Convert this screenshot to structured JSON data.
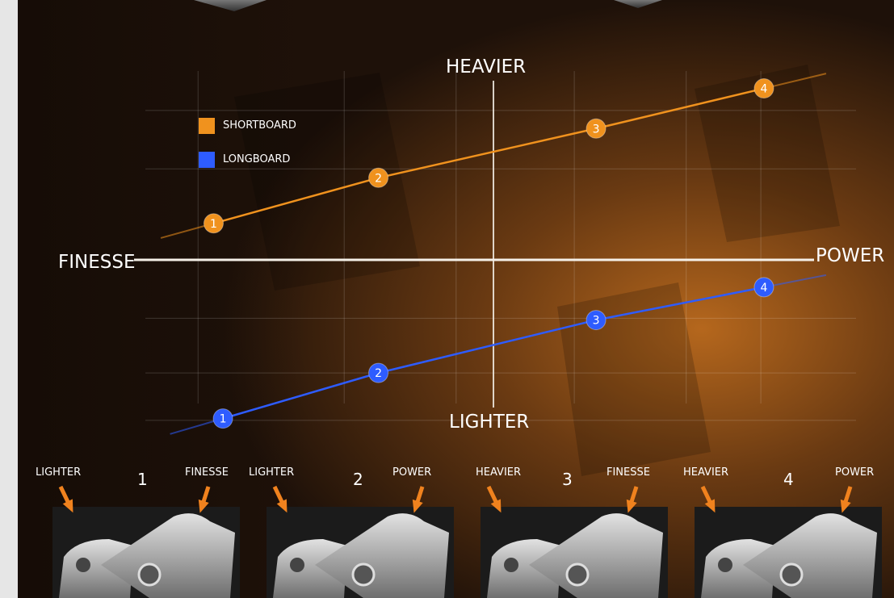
{
  "axes": {
    "top": "HEAVIER",
    "bottom": "LIGHTER",
    "left": "FINESSE",
    "right": "POWER"
  },
  "legend": [
    {
      "label": "SHORTBOARD",
      "color": "#f0921e"
    },
    {
      "label": "LONGBOARD",
      "color": "#2e5cff"
    }
  ],
  "chart_data": {
    "type": "line",
    "axes": {
      "x": [
        "FINESSE",
        "POWER"
      ],
      "y": [
        "LIGHTER",
        "HEAVIER"
      ]
    },
    "legend_placement": "top-left",
    "grid": true,
    "series": [
      {
        "name": "SHORTBOARD",
        "color": "#f0921e",
        "points": [
          {
            "label": "1",
            "x": -0.9,
            "y": 0.2
          },
          {
            "label": "2",
            "x": -0.37,
            "y": 0.45
          },
          {
            "label": "3",
            "x": 0.33,
            "y": 0.72
          },
          {
            "label": "4",
            "x": 0.87,
            "y": 0.94
          }
        ]
      },
      {
        "name": "LONGBOARD",
        "color": "#2e5cff",
        "points": [
          {
            "label": "1",
            "x": -0.87,
            "y": -0.87
          },
          {
            "label": "2",
            "x": -0.37,
            "y": -0.62
          },
          {
            "label": "3",
            "x": 0.33,
            "y": -0.33
          },
          {
            "label": "4",
            "x": 0.87,
            "y": -0.15
          }
        ]
      }
    ]
  },
  "panels": [
    {
      "number": "1",
      "left_label": "LIGHTER",
      "right_label": "FINESSE"
    },
    {
      "number": "2",
      "left_label": "LIGHTER",
      "right_label": "POWER"
    },
    {
      "number": "3",
      "left_label": "HEAVIER",
      "right_label": "FINESSE"
    },
    {
      "number": "4",
      "left_label": "HEAVIER",
      "right_label": "POWER"
    }
  ]
}
